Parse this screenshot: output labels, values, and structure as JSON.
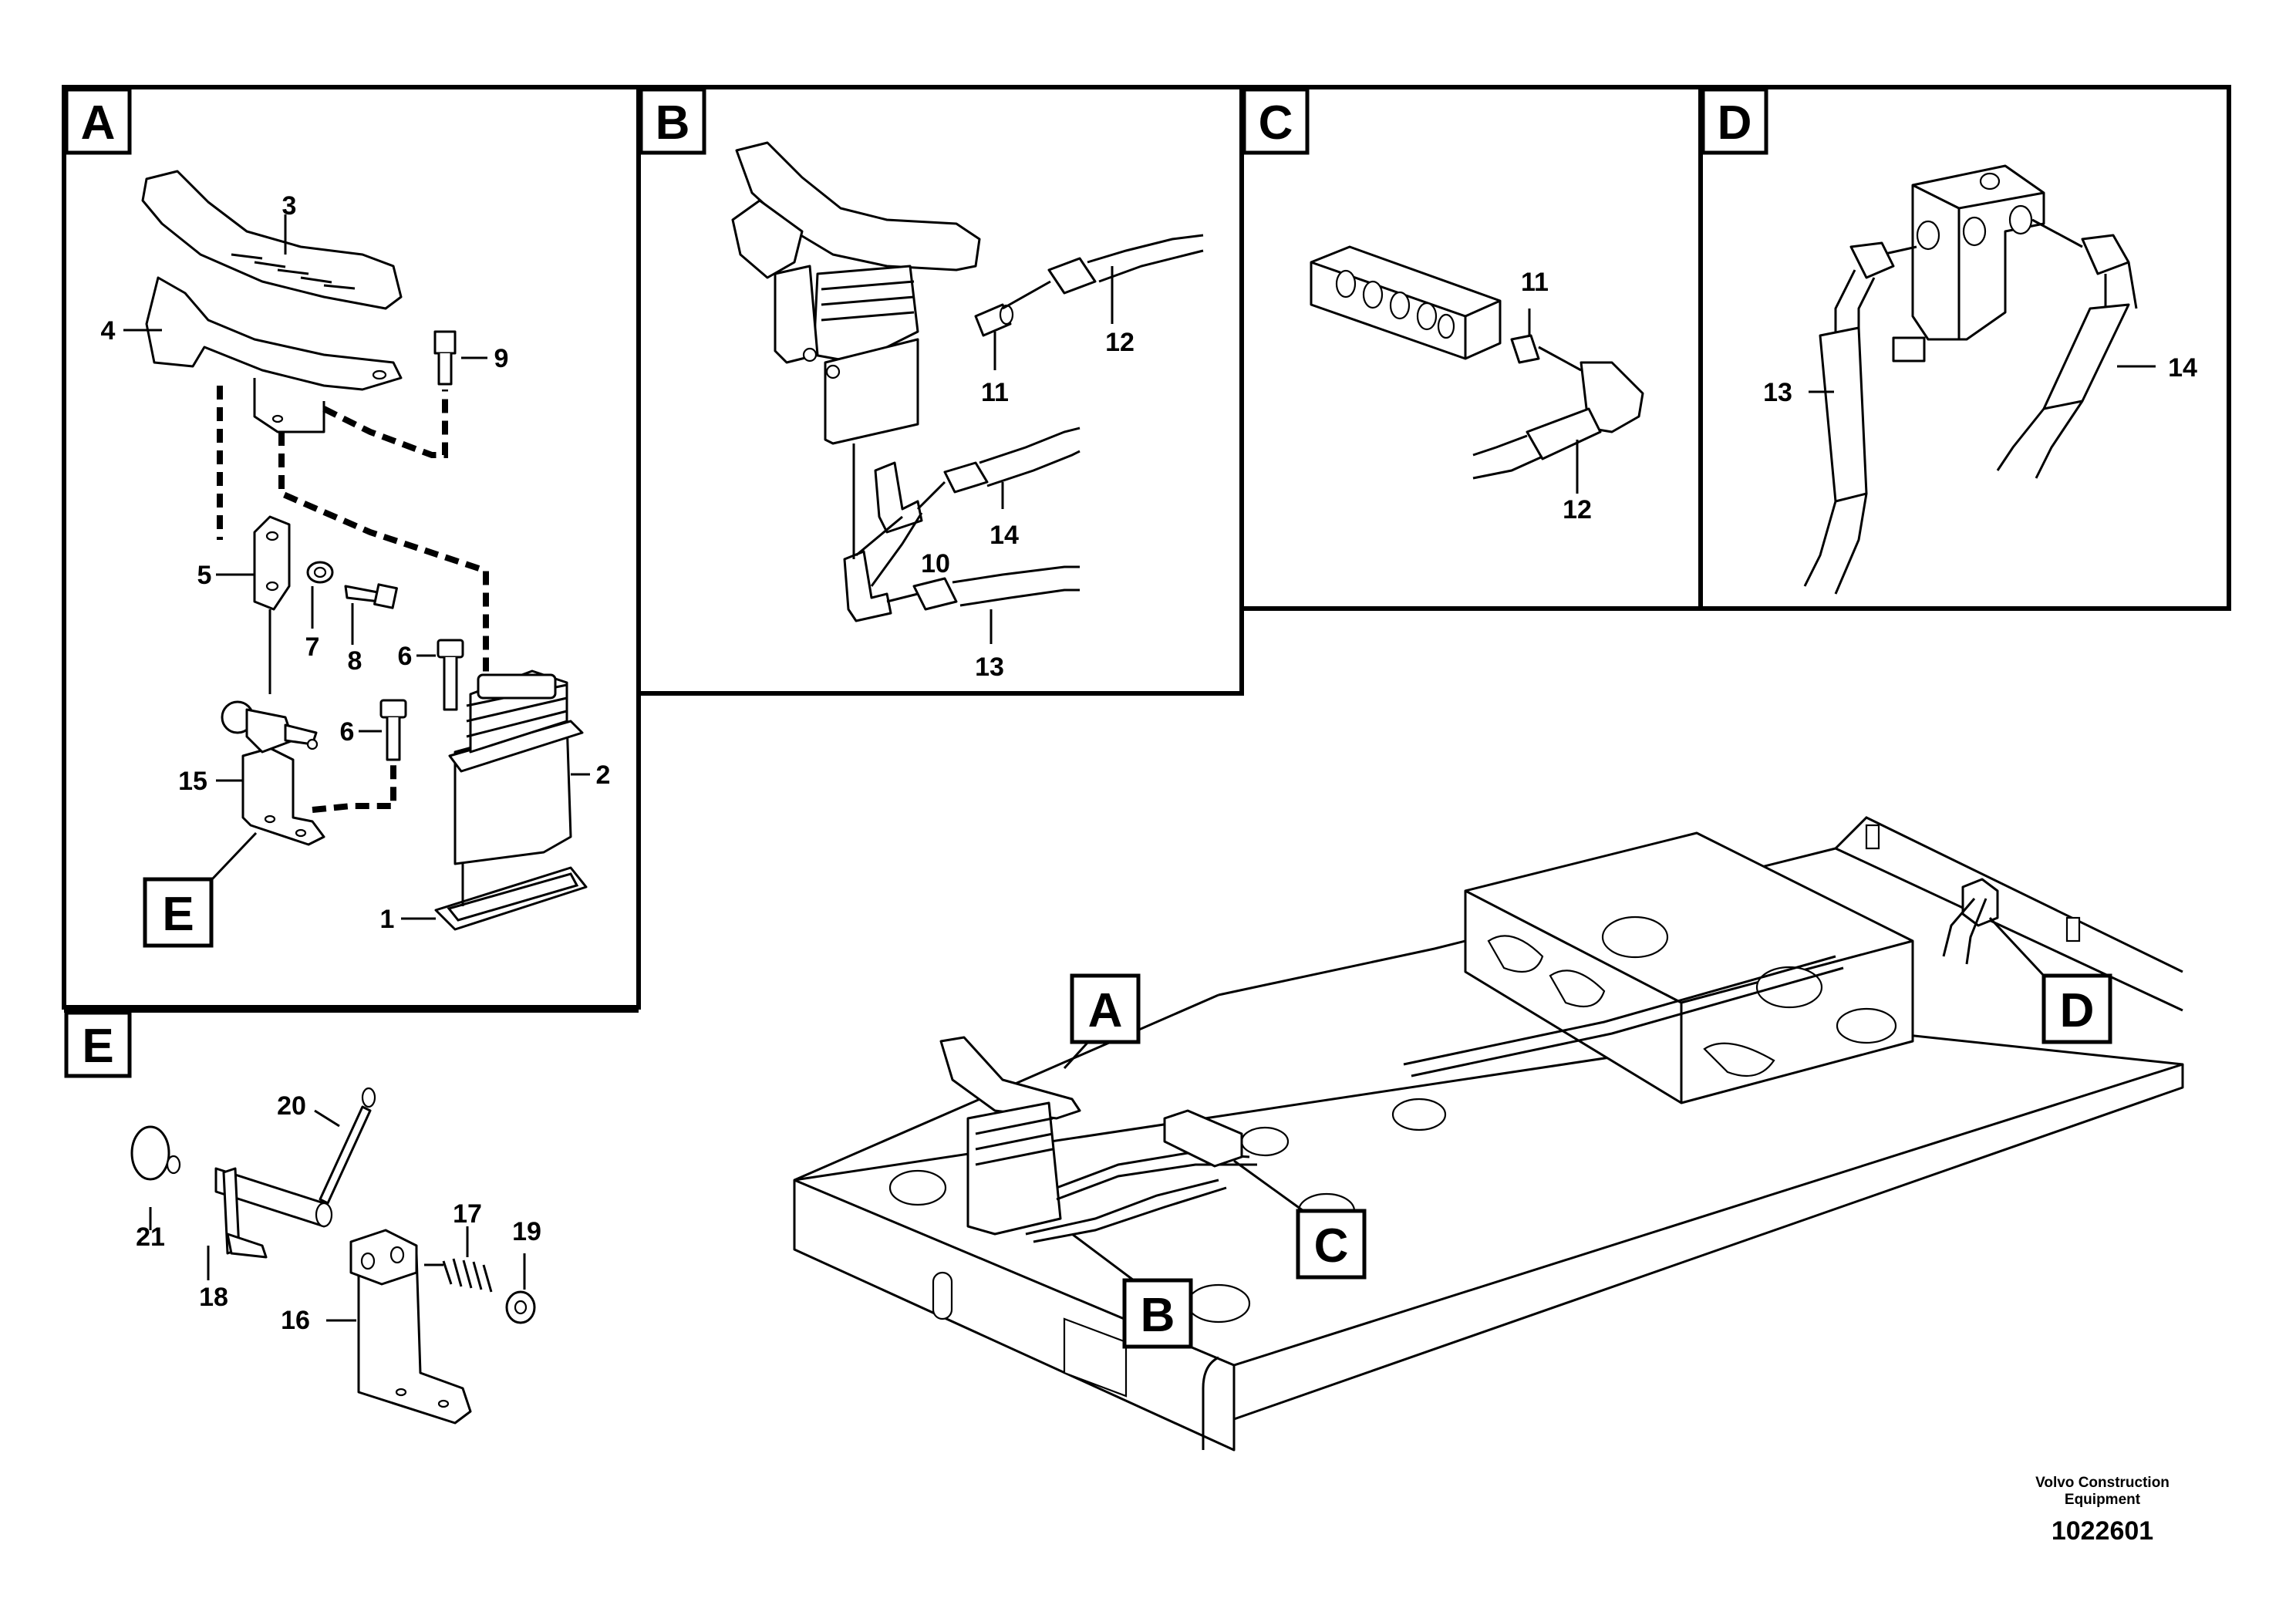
{
  "panels": {
    "A": {
      "label": "A",
      "callouts": {
        "c1": "1",
        "c2": "2",
        "c3": "3",
        "c4": "4",
        "c5": "5",
        "c6a": "6",
        "c6b": "6",
        "c7": "7",
        "c8": "8",
        "c9": "9",
        "c15": "15"
      }
    },
    "B": {
      "label": "B",
      "callouts": {
        "c10": "10",
        "c11": "11",
        "c12": "12",
        "c13": "13",
        "c14": "14"
      }
    },
    "C": {
      "label": "C",
      "callouts": {
        "c11": "11",
        "c12": "12"
      }
    },
    "D": {
      "label": "D",
      "callouts": {
        "c13": "13",
        "c14": "14"
      }
    },
    "E": {
      "label": "E",
      "callouts": {
        "c16": "16",
        "c17": "17",
        "c18": "18",
        "c19": "19",
        "c20": "20",
        "c21": "21"
      }
    }
  },
  "detail_refs": {
    "E_in_A": "E",
    "A": "A",
    "B": "B",
    "C": "C",
    "D": "D"
  },
  "footer": {
    "company_line1": "Volvo Construction",
    "company_line2": "Equipment",
    "drawing_number": "1022601"
  }
}
